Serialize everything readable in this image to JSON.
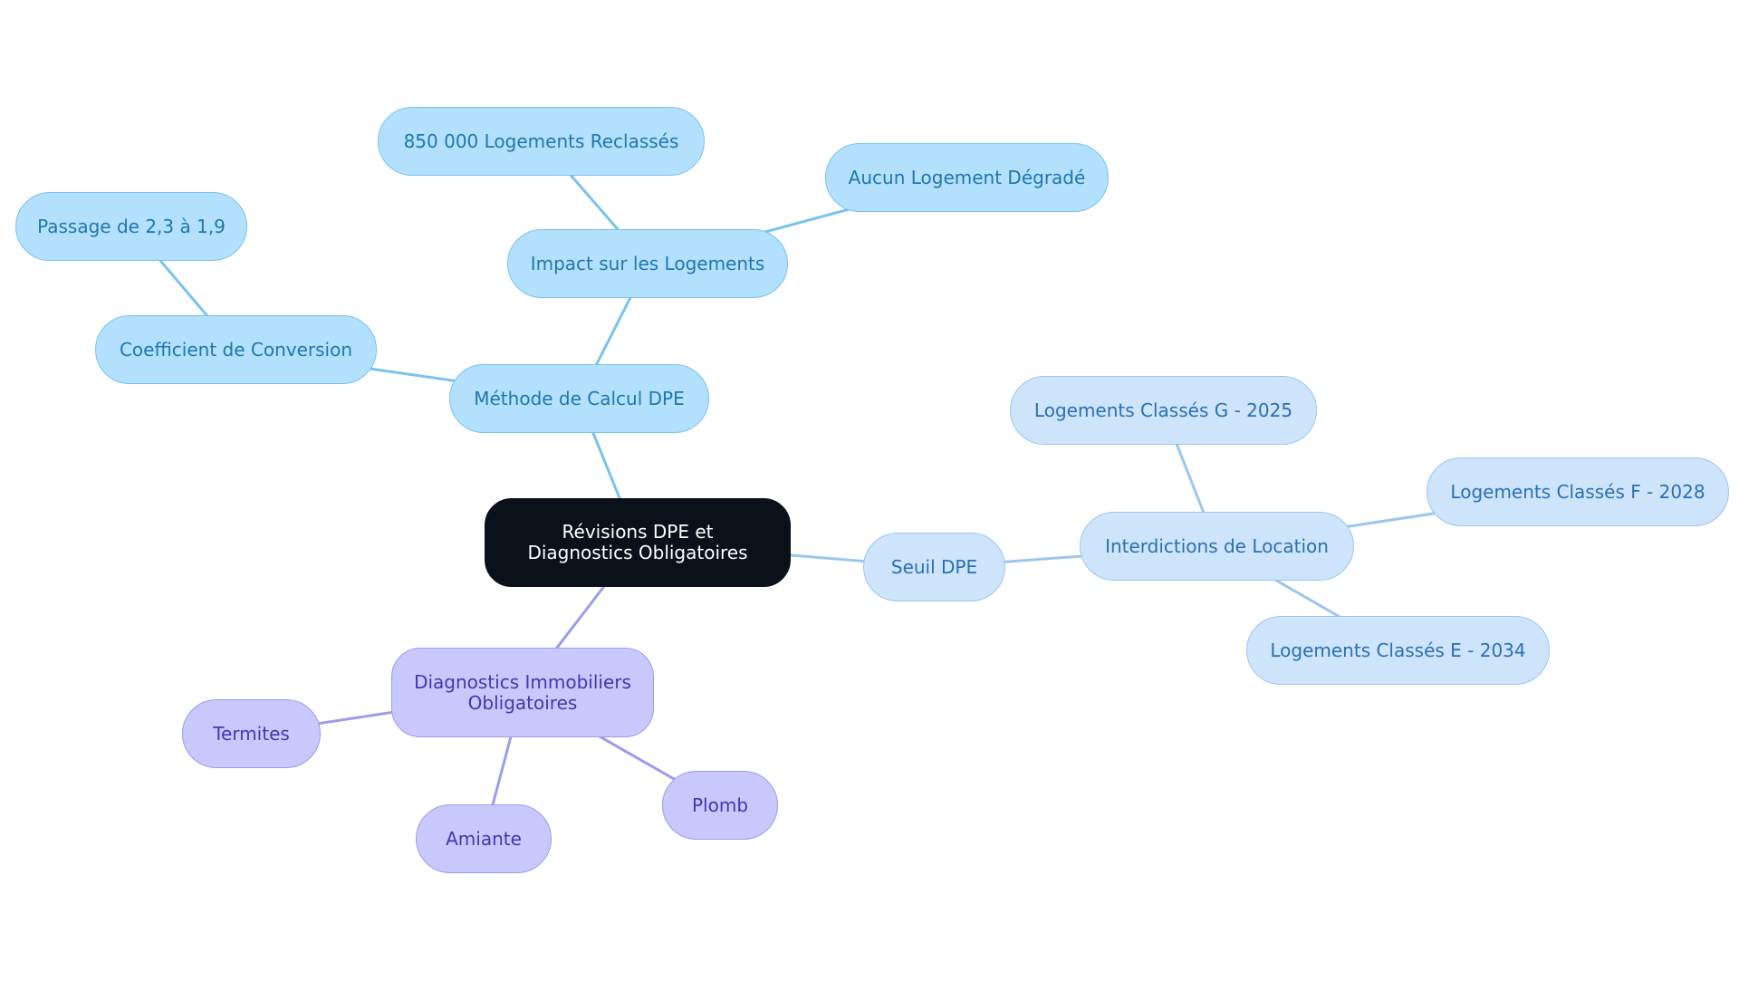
{
  "diagram": {
    "root": "Révisions DPE et Diagnostics Obligatoires",
    "nodes": {
      "methode": "Méthode de Calcul DPE",
      "coefficient": "Coefficient de Conversion",
      "passage": "Passage de 2,3 à 1,9",
      "impact": "Impact sur les Logements",
      "reclasses": "850 000 Logements Reclassés",
      "aucun": "Aucun Logement Dégradé",
      "seuil": "Seuil DPE",
      "interdictions": "Interdictions de Location",
      "g2025": "Logements Classés G - 2025",
      "f2028": "Logements Classés F - 2028",
      "e2034": "Logements Classés E - 2034",
      "diagnostics": "Diagnostics Immobiliers Obligatoires",
      "termites": "Termites",
      "amiante": "Amiante",
      "plomb": "Plomb"
    },
    "edges": [
      [
        "root",
        "methode"
      ],
      [
        "methode",
        "coefficient"
      ],
      [
        "coefficient",
        "passage"
      ],
      [
        "methode",
        "impact"
      ],
      [
        "impact",
        "reclasses"
      ],
      [
        "impact",
        "aucun"
      ],
      [
        "root",
        "seuil"
      ],
      [
        "seuil",
        "interdictions"
      ],
      [
        "interdictions",
        "g2025"
      ],
      [
        "interdictions",
        "f2028"
      ],
      [
        "interdictions",
        "e2034"
      ],
      [
        "root",
        "diagnostics"
      ],
      [
        "diagnostics",
        "termites"
      ],
      [
        "diagnostics",
        "amiante"
      ],
      [
        "diagnostics",
        "plomb"
      ]
    ],
    "colors": {
      "root_fill": "#0b111a",
      "blue_fill": "#b3e0fd",
      "blue_edge": "#78c3ee",
      "light_blue_fill": "#cde4fb",
      "light_blue_edge": "#9cc6ee",
      "purple_fill": "#c8c8fd",
      "purple_edge": "#9c9ceb"
    }
  }
}
